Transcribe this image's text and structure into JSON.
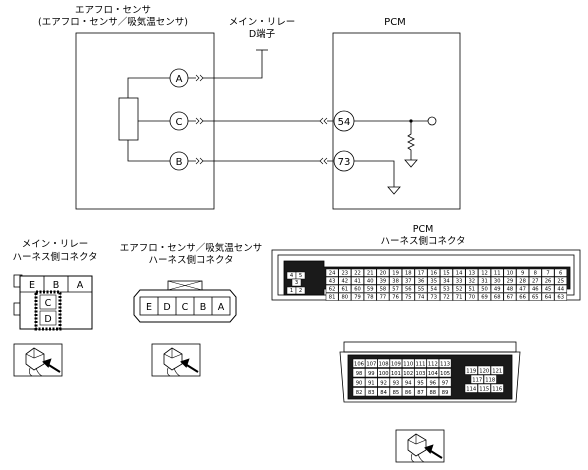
{
  "sensor": {
    "title_line1": "エアフロ・センサ",
    "title_line2": "(エアフロ・センサ／吸気温センサ)"
  },
  "relay": {
    "line1": "メイン・リレー",
    "line2": "D端子"
  },
  "pcm": {
    "label": "PCM"
  },
  "sensor_pins": [
    "A",
    "C",
    "B"
  ],
  "pcm_pins": [
    "54",
    "73"
  ],
  "connector_labels": {
    "relay_line1": "メイン・リレー",
    "relay_line2": "ハーネス側コネクタ",
    "af_line1": "エアフロ・センサ／吸気温センサ",
    "af_line2": "ハーネス側コネクタ",
    "pcm_line1": "PCM",
    "pcm_line2": "ハーネス側コネクタ"
  },
  "relay_connector": {
    "top_row": [
      "E",
      "B",
      "A"
    ],
    "middle": [
      "C",
      "D"
    ]
  },
  "af_connector": {
    "pins": [
      "E",
      "D",
      "C",
      "B",
      "A"
    ]
  },
  "pcm_connector_1": {
    "left_block": [
      "4",
      "5",
      "3",
      "1",
      "2"
    ],
    "row1": [
      "24",
      "23",
      "22",
      "21",
      "20",
      "19",
      "18",
      "17",
      "16",
      "15",
      "14",
      "13",
      "12",
      "11",
      "10",
      "9",
      "8",
      "7",
      "6"
    ],
    "row2": [
      "43",
      "42",
      "41",
      "40",
      "39",
      "38",
      "37",
      "36",
      "35",
      "34",
      "33",
      "32",
      "31",
      "30",
      "29",
      "28",
      "27",
      "26",
      "25"
    ],
    "row3": [
      "62",
      "61",
      "60",
      "59",
      "58",
      "57",
      "56",
      "55",
      "54",
      "53",
      "52",
      "51",
      "50",
      "49",
      "48",
      "47",
      "46",
      "45",
      "44"
    ],
    "row4": [
      "81",
      "80",
      "79",
      "78",
      "77",
      "76",
      "75",
      "74",
      "73",
      "72",
      "71",
      "70",
      "69",
      "68",
      "67",
      "66",
      "65",
      "64",
      "63"
    ]
  },
  "pcm_connector_2": {
    "row1": [
      "106",
      "107",
      "108",
      "109",
      "110",
      "111",
      "112",
      "113"
    ],
    "row2": [
      "98",
      "99",
      "100",
      "101",
      "102",
      "103",
      "104",
      "105"
    ],
    "row3": [
      "90",
      "91",
      "92",
      "93",
      "94",
      "95",
      "96",
      "97"
    ],
    "row4": [
      "82",
      "83",
      "84",
      "85",
      "86",
      "87",
      "88",
      "89"
    ],
    "right_row1": [
      "119",
      "120",
      "121"
    ],
    "right_row2": [
      "117",
      "118"
    ],
    "right_row3": [
      "114",
      "115",
      "116"
    ]
  }
}
